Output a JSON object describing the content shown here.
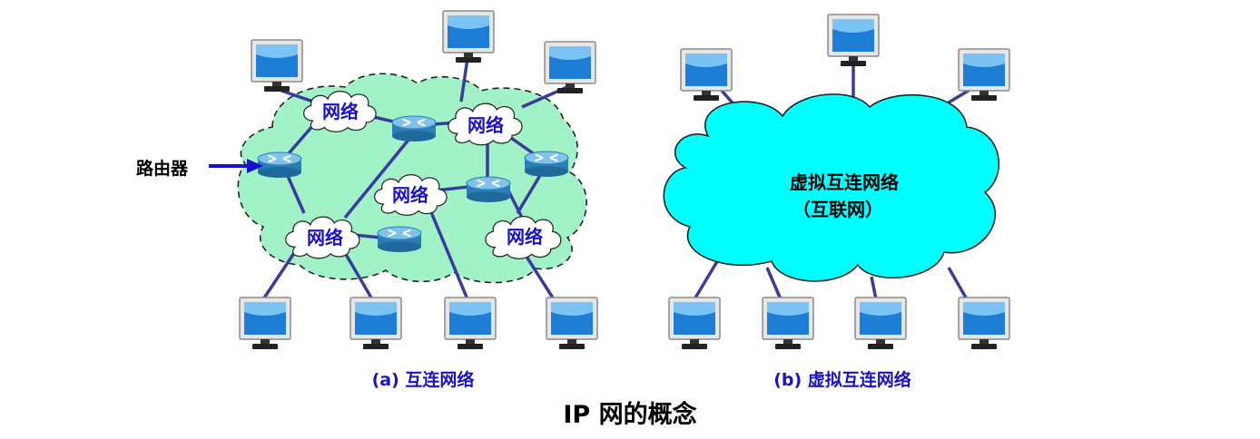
{
  "colors": {
    "link": "#3b3b9e",
    "network_fill": "#a2f2c8",
    "internet_fill": "#00ffff",
    "label_blue": "#1a12c8"
  },
  "left": {
    "network_label": "网络",
    "router_label": "路由器",
    "caption": "(a) 互连网络"
  },
  "right": {
    "cloud_line1": "虚拟互连网络",
    "cloud_line2": "（互联网）",
    "caption": "(b) 虚拟互连网络"
  },
  "title": "IP 网的概念",
  "icons": {
    "computer": "computer-icon",
    "router": "router-icon",
    "cloud": "cloud-icon"
  }
}
